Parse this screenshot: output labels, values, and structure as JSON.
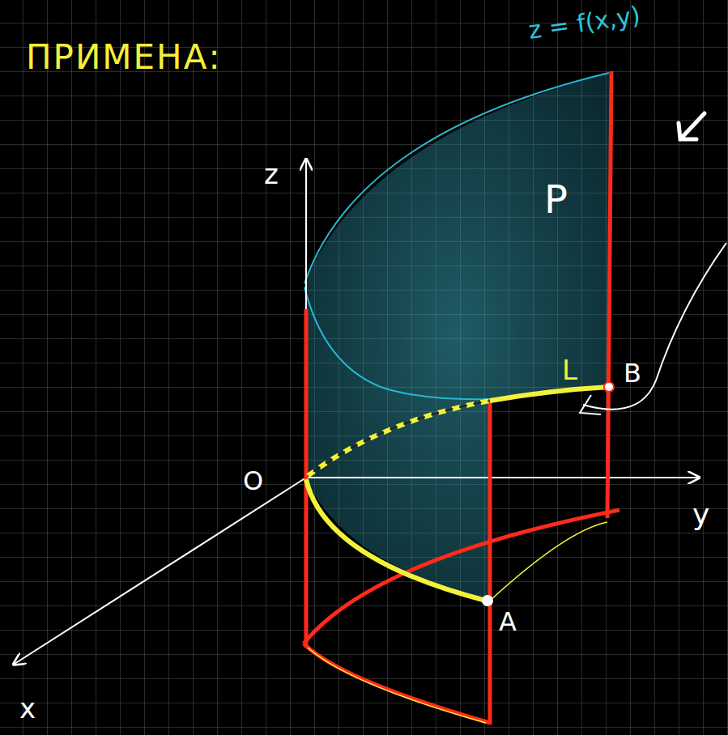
{
  "diagram": {
    "title": "ПРИМЕНА:",
    "labels": [
      "z = f(x,y)",
      "z",
      "P",
      "L",
      "B",
      "O",
      "A",
      "y",
      "x"
    ]
  }
}
